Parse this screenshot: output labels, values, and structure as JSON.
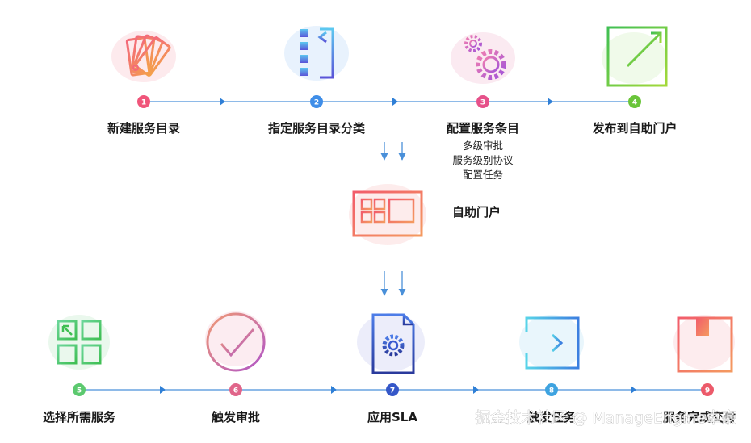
{
  "steps_top": [
    {
      "num": "1",
      "label": "新建服务目录",
      "icon": "cards-fan-icon",
      "color": "#f0557a"
    },
    {
      "num": "2",
      "label": "指定服务目录分类",
      "icon": "category-list-icon",
      "color": "#3f8ee8"
    },
    {
      "num": "3",
      "label": "配置服务条目",
      "icon": "gears-icon",
      "color": "#e6518a"
    },
    {
      "num": "4",
      "label": "发布到自助门户",
      "icon": "publish-arrow-icon",
      "color": "#6ac53a"
    }
  ],
  "config_details": [
    "多级审批",
    "服务级别协议",
    "配置任务"
  ],
  "portal": {
    "label": "自助门户",
    "icon": "portal-screen-icon",
    "color": "#ee5a5a"
  },
  "steps_bottom": [
    {
      "num": "5",
      "label": "选择所需服务",
      "icon": "select-grid-icon",
      "color": "#5cc96f"
    },
    {
      "num": "6",
      "label": "触发审批",
      "icon": "approve-check-icon",
      "color": "#e0658a"
    },
    {
      "num": "7",
      "label": "应用SLA",
      "icon": "sla-document-icon",
      "color": "#3557c8"
    },
    {
      "num": "8",
      "label": "触发任务",
      "icon": "task-enter-icon",
      "color": "#3ea3e0"
    },
    {
      "num": "9",
      "label": "服务完成交付",
      "icon": "delivery-box-icon",
      "color": "#ec5a6a"
    }
  ],
  "watermark": "掘金技术社区 @ ManageEngine卓豪"
}
